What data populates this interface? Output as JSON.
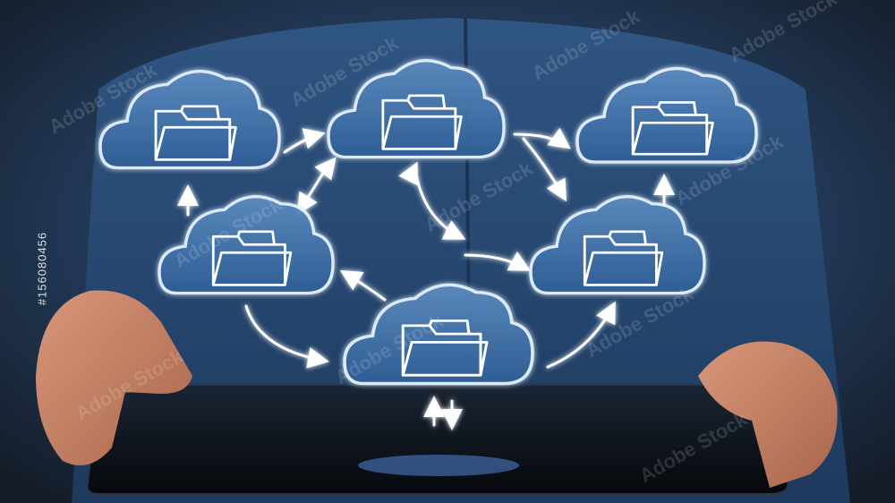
{
  "stock": {
    "watermark_text": "Adobe Stock",
    "image_id": "#156080456"
  },
  "clouds": [
    {
      "id": "top-left",
      "icon": "folder-icon"
    },
    {
      "id": "top-center",
      "icon": "folder-icon"
    },
    {
      "id": "top-right",
      "icon": "folder-icon"
    },
    {
      "id": "middle-left",
      "icon": "folder-icon"
    },
    {
      "id": "middle-right",
      "icon": "folder-icon"
    },
    {
      "id": "bottom-center",
      "icon": "folder-icon"
    }
  ],
  "colors": {
    "shirt": "#2a4a72",
    "cloud_fill": "#3f6ea3",
    "glow": "#cfe6ff",
    "skin": "#c8876a",
    "tablet": "#0d1118"
  }
}
